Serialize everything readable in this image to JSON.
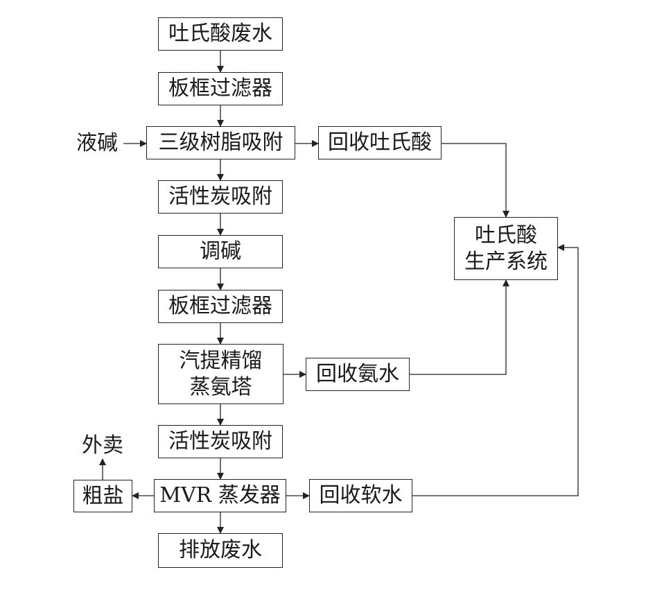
{
  "nodes": {
    "wastewater": "吐氏酸废水",
    "filter1": "板框过滤器",
    "resin": "三级树脂吸附",
    "recover_acid": "回收吐氏酸",
    "carbon1": "活性炭吸附",
    "adjust_alkali": "调碱",
    "filter2": "板框过滤器",
    "stripping_line1": "汽提精馏",
    "stripping_line2": "蒸氨塔",
    "recover_ammonia": "回收氨水",
    "carbon2": "活性炭吸附",
    "mvr": "MVR 蒸发器",
    "recover_soft_water": "回收软水",
    "crude_salt": "粗盐",
    "discharge": "排放废水",
    "system_line1": "吐氏酸",
    "system_line2": "生产系统"
  },
  "labels": {
    "liquid_alkali": "液碱",
    "sell_outside": "外卖"
  }
}
